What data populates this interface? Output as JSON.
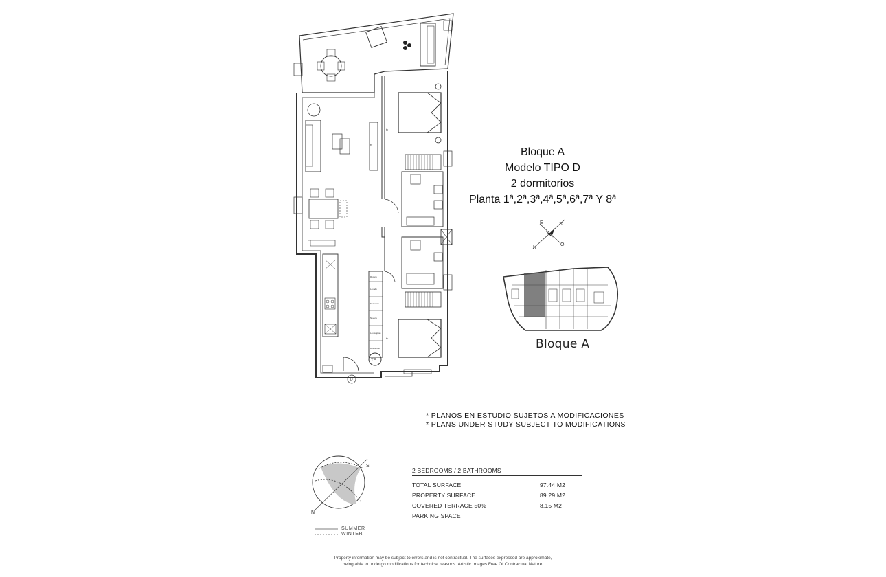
{
  "title_block": {
    "block": "Bloque A",
    "model": "Modelo TIPO D",
    "bedrooms": "2 dormitorios",
    "floors": "Planta 1ª,2ª,3ª,4ª,5ª,6ª,7ª Y 8ª"
  },
  "compass": {
    "letters": [
      "E",
      "S",
      "N",
      "O"
    ]
  },
  "keyplan": {
    "label": "Bloque A"
  },
  "notes": {
    "es": "* PLANOS EN ESTUDIO SUJETOS A MODIFICACIONES",
    "en": "* PLANS UNDER STUDY SUBJECT TO MODIFICATIONS"
  },
  "plan_labels": {
    "tv_1": "tv",
    "tv_2": "tv",
    "tv_3": "tv",
    "te": "TE",
    "door": "D",
    "cabinets": [
      "Ropero",
      "Lavado",
      "Secadora",
      "Nevera",
      "Lavavajillas",
      "Despensa"
    ]
  },
  "sun_diagram": {
    "letters": [
      "S",
      "N"
    ],
    "legend": [
      "SUMMER",
      "WINTER"
    ]
  },
  "surfaces": {
    "heading": "2 BEDROOMS / 2 BATHROOMS",
    "rows": [
      {
        "label": "TOTAL SURFACE",
        "value": "97.44 M2"
      },
      {
        "label": "PROPERTY SURFACE",
        "value": "89.29 M2"
      },
      {
        "label": "COVERED TERRACE 50%",
        "value": "8.15 M2"
      },
      {
        "label": "PARKING SPACE",
        "value": ""
      }
    ]
  },
  "disclaimer": {
    "line1": "Property information may be subject to errors and is not contractual. The surfaces expressed are approximate,",
    "line2": "being able to undergo modifications for technical reasons. Artistic Images Free Of Contractual Nature."
  }
}
